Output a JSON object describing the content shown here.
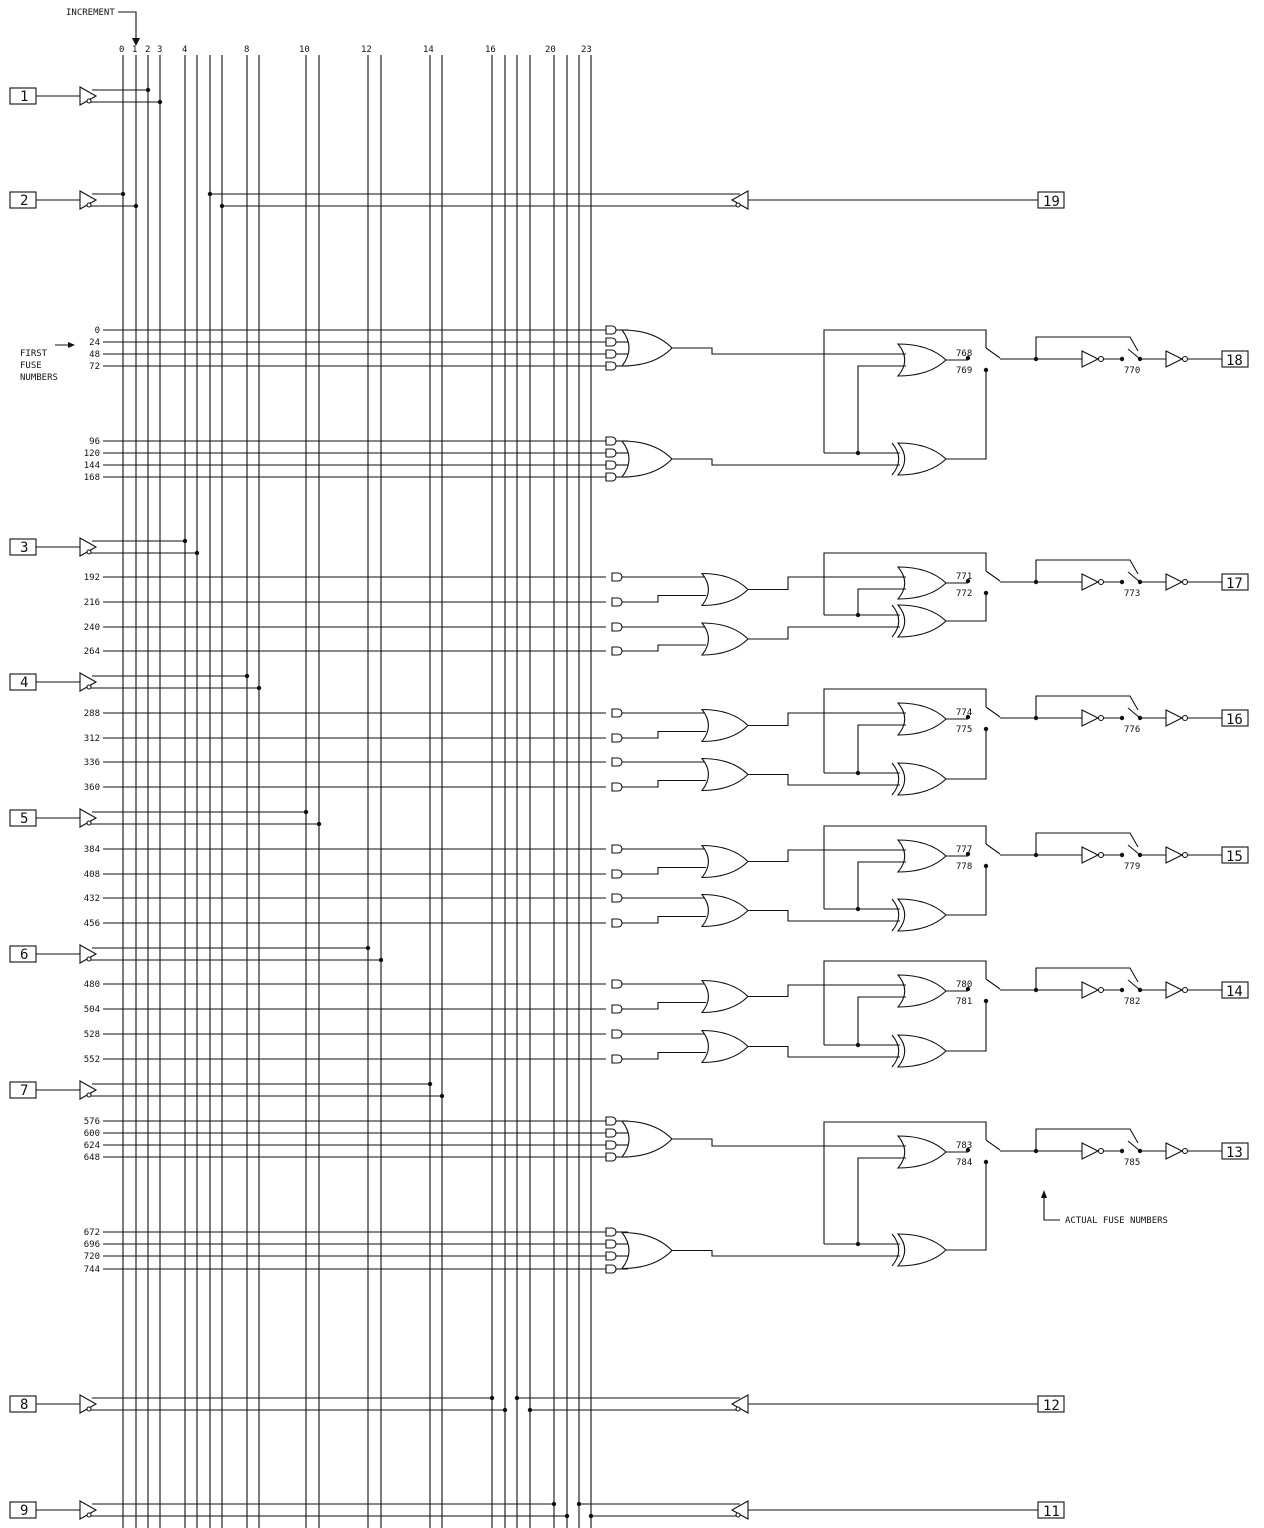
{
  "labels": {
    "increment": "INCREMENT",
    "first_fuse_numbers": [
      "FIRST",
      "FUSE",
      "NUMBERS"
    ],
    "actual_fuse_numbers": "ACTUAL FUSE NUMBERS"
  },
  "column_numbers": [
    "0",
    "1",
    "2",
    "3",
    "4",
    "8",
    "10",
    "12",
    "14",
    "16",
    "20",
    "23"
  ],
  "input_pins": [
    "1",
    "2",
    "3",
    "4",
    "5",
    "6",
    "7",
    "8",
    "9"
  ],
  "output_pins": [
    "19",
    "18",
    "17",
    "16",
    "15",
    "14",
    "13",
    "12",
    "11"
  ],
  "fuse_rows": [
    "0",
    "24",
    "48",
    "72",
    "96",
    "120",
    "144",
    "168",
    "192",
    "216",
    "240",
    "264",
    "288",
    "312",
    "336",
    "360",
    "384",
    "408",
    "432",
    "456",
    "480",
    "504",
    "528",
    "552",
    "576",
    "600",
    "624",
    "648",
    "672",
    "696",
    "720",
    "744"
  ],
  "cells": [
    {
      "switch_top": "768",
      "switch_bottom": "769",
      "switch_oe": "770"
    },
    {
      "switch_top": "771",
      "switch_bottom": "772",
      "switch_oe": "773"
    },
    {
      "switch_top": "774",
      "switch_bottom": "775",
      "switch_oe": "776"
    },
    {
      "switch_top": "777",
      "switch_bottom": "778",
      "switch_oe": "779"
    },
    {
      "switch_top": "780",
      "switch_bottom": "781",
      "switch_oe": "782"
    },
    {
      "switch_top": "783",
      "switch_bottom": "784",
      "switch_oe": "785"
    }
  ]
}
